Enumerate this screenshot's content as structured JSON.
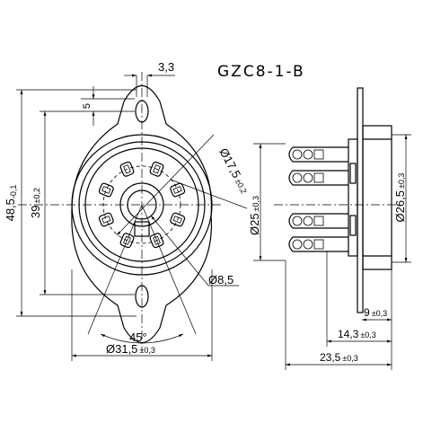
{
  "drawing": {
    "model": "GZC8-1-B"
  },
  "dims": {
    "lug_width": "3,3",
    "lug_offset": "5",
    "overall_height": "48,5",
    "overall_height_tol": "-0,1",
    "mount_spacing": "39",
    "mount_spacing_tol": "±0,2",
    "pin_circle": "Ø17,5",
    "pin_circle_tol": "±0,2",
    "center_hole": "Ø8,5",
    "angle": "45°",
    "body_diameter": "Ø31,5",
    "body_diameter_tol": "±0,3",
    "side_inner_diam": "Ø25",
    "side_inner_diam_tol": "±0,3",
    "side_outer_diam": "Ø26,5",
    "side_outer_diam_tol": "±0,3",
    "side_d1": "9",
    "side_d1_tol": "±0,3",
    "side_d2": "14,3",
    "side_d2_tol": "±0,3",
    "side_d3": "23,5",
    "side_d3_tol": "±0,3"
  }
}
